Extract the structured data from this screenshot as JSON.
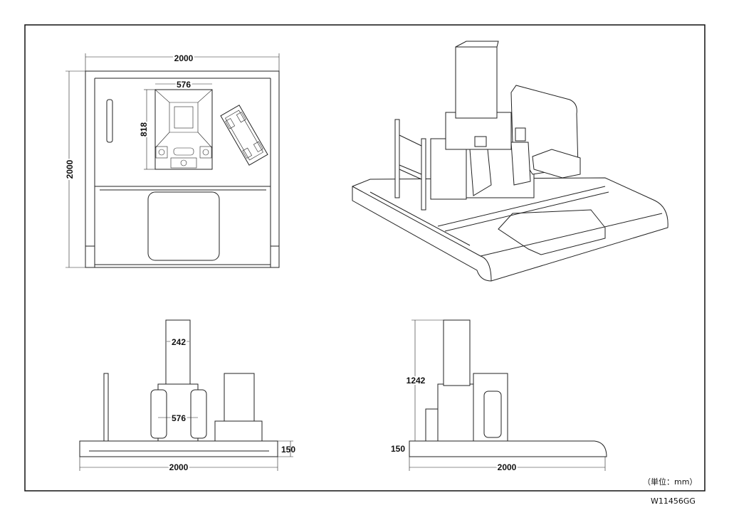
{
  "title_block": {
    "unit": "（単位：mm）",
    "drawing_number": "W11456GG"
  },
  "plan_view": {
    "width": "2000",
    "depth": "2000",
    "monument_width": "576",
    "monument_depth": "818"
  },
  "front_view": {
    "pillar_width": "242",
    "base_stone_width": "576",
    "base_height": "150",
    "total_width": "2000"
  },
  "side_view": {
    "height": "1242",
    "base_height": "150",
    "total_depth": "2000"
  }
}
